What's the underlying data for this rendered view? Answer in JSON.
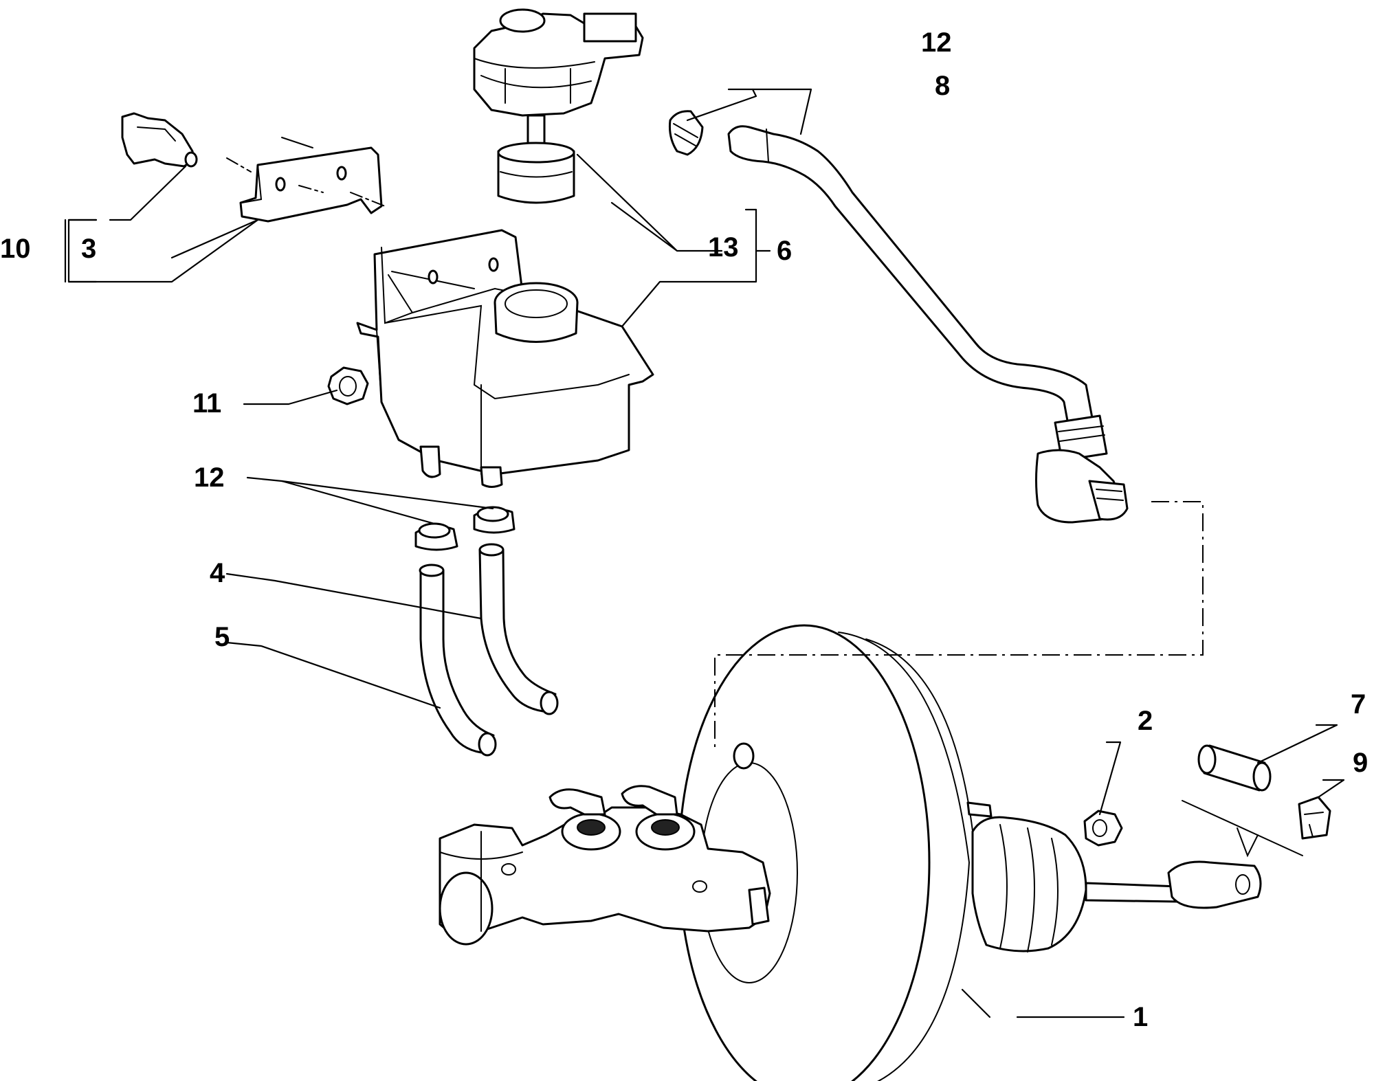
{
  "callouts": [
    {
      "id": "c1",
      "text": "1"
    },
    {
      "id": "c2",
      "text": "2"
    },
    {
      "id": "c3",
      "text": "3"
    },
    {
      "id": "c4",
      "text": "4"
    },
    {
      "id": "c5",
      "text": "5"
    },
    {
      "id": "c6",
      "text": "6"
    },
    {
      "id": "c7",
      "text": "7"
    },
    {
      "id": "c8",
      "text": "8"
    },
    {
      "id": "c9",
      "text": "9"
    },
    {
      "id": "c10",
      "text": "10"
    },
    {
      "id": "c11",
      "text": "11"
    },
    {
      "id": "c12a",
      "text": "12"
    },
    {
      "id": "c12b",
      "text": "12"
    },
    {
      "id": "c13",
      "text": "13"
    }
  ]
}
